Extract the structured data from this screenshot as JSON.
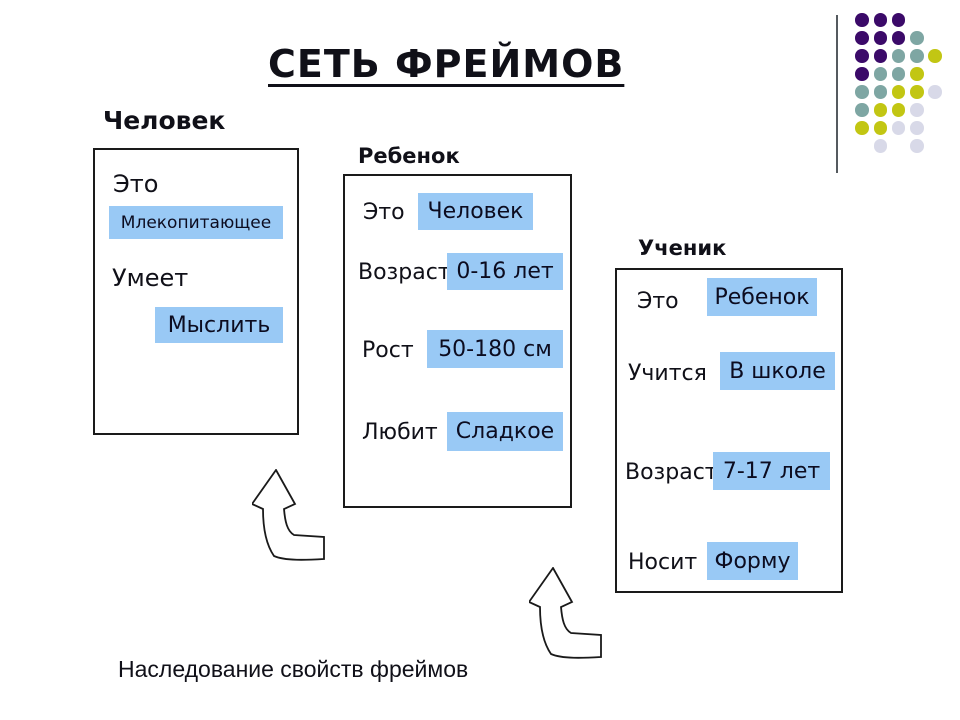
{
  "slide": {
    "title": "СЕТЬ ФРЕЙМОВ",
    "caption": "Наследование свойств фреймов"
  },
  "frames": [
    {
      "title": "Человек",
      "slots": [
        {
          "label": "Это",
          "value": "Млекопитающее"
        },
        {
          "label": "Умеет",
          "value": "Мыслить"
        }
      ]
    },
    {
      "title": "Ребенок",
      "slots": [
        {
          "label": "Это",
          "value": "Человек"
        },
        {
          "label": "Возраст",
          "value": "0-16 лет"
        },
        {
          "label": "Рост",
          "value": "50-180 см"
        },
        {
          "label": "Любит",
          "value": "Сладкое"
        }
      ]
    },
    {
      "title": "Ученик",
      "slots": [
        {
          "label": "Это",
          "value": "Ребенок"
        },
        {
          "label": "Учится",
          "value": "В школе"
        },
        {
          "label": "Возраст",
          "value": "7-17 лет"
        },
        {
          "label": "Носит",
          "value": "Форму"
        }
      ]
    }
  ],
  "colors": {
    "value_highlight": "#99C9F5",
    "frame_border": "#1a1a1a",
    "dot_purple": "#3B0A69",
    "dot_teal": "#7EA6A3",
    "dot_yellow": "#C2C613",
    "dot_lavender": "#D8D9E8"
  },
  "decoration": {
    "dots": {
      "palette": {
        "P": "#3B0A69",
        "T": "#7EA6A3",
        "Y": "#C2C613",
        "L": "#D8D9E8"
      },
      "rows": [
        [
          "P",
          "P",
          "P",
          "",
          ""
        ],
        [
          "P",
          "P",
          "P",
          "T",
          ""
        ],
        [
          "P",
          "P",
          "T",
          "T",
          "Y"
        ],
        [
          "P",
          "T",
          "T",
          "Y",
          ""
        ],
        [
          "T",
          "T",
          "Y",
          "Y",
          "L"
        ],
        [
          "T",
          "Y",
          "Y",
          "L",
          ""
        ],
        [
          "Y",
          "Y",
          "L",
          "L",
          ""
        ],
        [
          "",
          "L",
          "",
          "L",
          ""
        ]
      ]
    }
  }
}
